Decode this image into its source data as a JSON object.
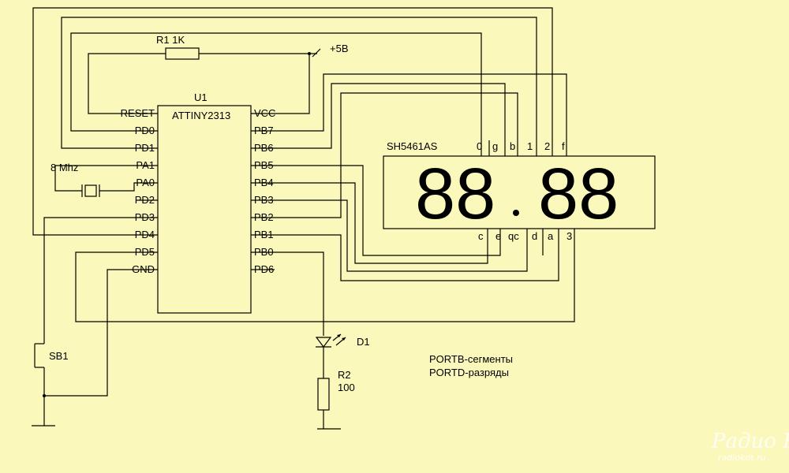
{
  "mcu": {
    "ref": "U1",
    "part": "ATTINY2313",
    "left_pins": [
      "RESET",
      "PD0",
      "PD1",
      "PA1",
      "PA0",
      "PD2",
      "PD3",
      "PD4",
      "PD5",
      "GND"
    ],
    "right_pins": [
      "VCC",
      "PB7",
      "PB6",
      "PB5",
      "PB4",
      "PB3",
      "PB2",
      "PB1",
      "PB0",
      "PD6"
    ]
  },
  "display": {
    "part": "SH5461AS",
    "top_pins": [
      "0",
      "g",
      "b",
      "1",
      "2",
      "f"
    ],
    "bottom_pins": [
      "c",
      "e",
      "qc",
      "d",
      "a",
      "3"
    ],
    "digits_left": "88",
    "digits_right": "88"
  },
  "r1": {
    "label": "R1 1K"
  },
  "supply": {
    "label": "+5B"
  },
  "crystal": {
    "label": "8 Mhz"
  },
  "led": {
    "label": "D1"
  },
  "r2": {
    "ref": "R2",
    "value": "100"
  },
  "button": {
    "label": "SB1"
  },
  "notes": [
    "PORTB-сегменты",
    "PORTD-разряды"
  ],
  "watermark": {
    "line1": "Радио КОТ",
    "line2": "radiokot.ru"
  },
  "colors": {
    "background": "#fbf8bb",
    "ink": "#000000",
    "watermark": "#ffffff"
  }
}
